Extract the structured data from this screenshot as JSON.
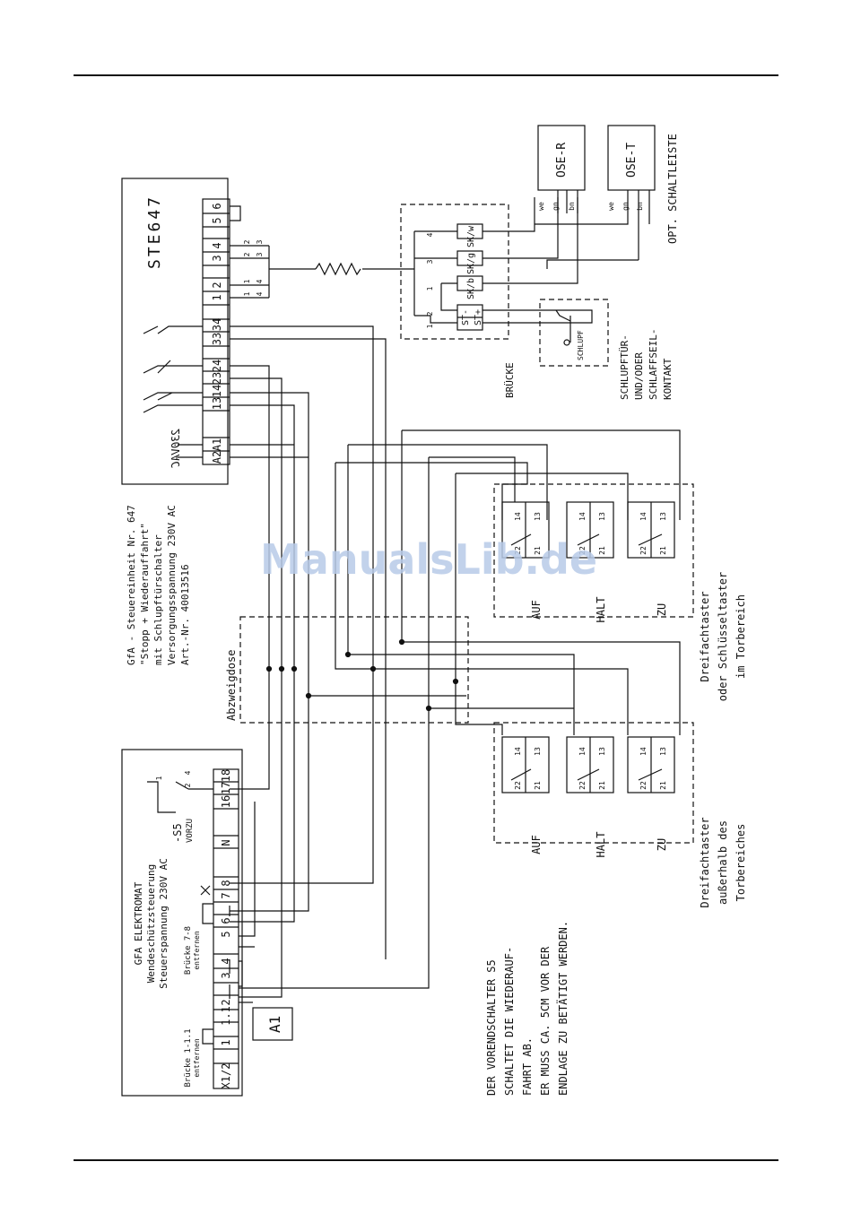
{
  "header_rule": true,
  "footer_rule": true,
  "watermark": "ManualsLib.de",
  "ste647": {
    "name": "STE647",
    "voltage": "230VAC",
    "terminals": [
      "6",
      "5",
      "4",
      "3",
      "2",
      "1",
      "34",
      "33",
      "24",
      "23",
      "14",
      "13",
      "A1",
      "A2"
    ],
    "desc_lines": [
      "GfA - Steuereinheit Nr. 647",
      "\"Stopp + Wiederauffahrt\"",
      "mit Schlupftürschalter",
      "Versorgungsspannung 230V AC",
      "Art.-Nr. 40013516"
    ],
    "pin_labels": [
      "2",
      "3",
      "2",
      "3",
      "1",
      "4",
      "1",
      "4"
    ]
  },
  "elektromat": {
    "desc_lines": [
      "GFA ELEKTROMAT",
      "Wendeschützsteuerung",
      "Steuerspannung 230V AC"
    ],
    "terminals": [
      "18",
      "17",
      "16",
      "N",
      "8",
      "7",
      "6",
      "5",
      "4",
      "3",
      "2",
      "1.1",
      "1",
      "X1/2"
    ],
    "a1": "A1",
    "bridge_78": [
      "Brücke 7-8",
      "entfernen"
    ],
    "bridge_11": [
      "Brücke 1-1.1",
      "entfernen"
    ],
    "s5": "-S5",
    "s5_sub": "VORZU",
    "s5_pins": [
      "1",
      "2",
      "4"
    ]
  },
  "junction": {
    "pins_left": [
      "4",
      "3",
      "1"
    ],
    "pins_st": [
      "2",
      "1"
    ],
    "skw": "SK/w",
    "skg": "SK/g",
    "skb": "SK/b",
    "st_minus": "ST-",
    "st_plus": "ST+",
    "bridge": "BRÜCKE"
  },
  "ose": {
    "r": "OSE-R",
    "t": "OSE-T",
    "wires": [
      "we",
      "gn",
      "bn"
    ],
    "opt_label": "OPT. SCHALTLEISTE"
  },
  "schlupf": {
    "label": "SCHLUPF",
    "desc_lines": [
      "SCHLUPFTÜR-",
      "UND/ODER",
      "SCHLAFFSEIL-",
      "KONTAKT"
    ]
  },
  "abzweigdose": "Abzweigdose",
  "keypad_inside": {
    "desc_lines": [
      "Dreifachtaster",
      "oder Schlüsseltaster",
      "im Torbereich"
    ],
    "buttons": [
      "AUF",
      "HALT",
      "ZU"
    ],
    "contacts": [
      "14",
      "13",
      "22",
      "21"
    ]
  },
  "keypad_outside": {
    "desc_lines": [
      "Dreifachtaster",
      "außerhalb des",
      "Torbereiches"
    ],
    "buttons": [
      "AUF",
      "HALT",
      "ZU"
    ],
    "contacts": [
      "14",
      "13",
      "22",
      "21"
    ]
  },
  "note_lines": [
    "DER VORENDSCHALTER S5",
    "SCHALTET DIE WIEDERAUF-",
    "FAHRT AB.",
    "ER MUSS CA. 5CM VOR DER",
    "ENDLAGE ZU BETÄTIGT WERDEN."
  ]
}
